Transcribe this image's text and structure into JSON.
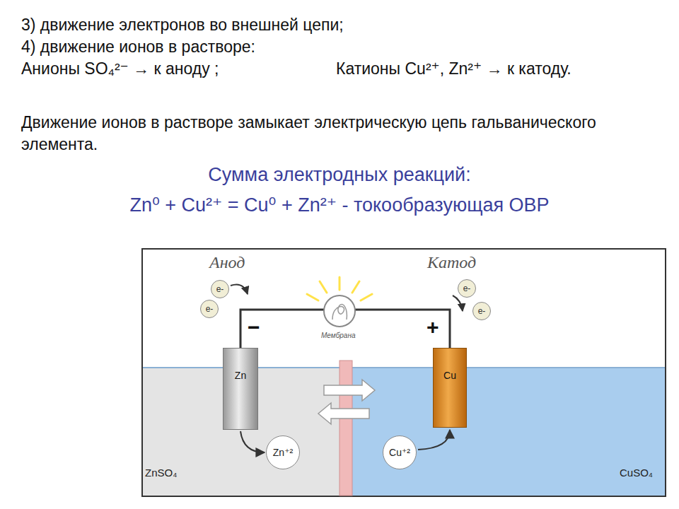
{
  "diagram": {
    "nodes": [
      {
        "text": [
          "e-"
        ]
      },
      {
        "text": [
          "e-"
        ]
      },
      {
        "text": [
          "e-"
        ]
      },
      {
        "text": [
          "e-"
        ]
      },
      {
        "text": [
          "Zn"
        ]
      },
      {
        "text": [
          "Cu"
        ]
      },
      {
        "text": [
          "Zn⁺²"
        ]
      },
      {
        "text": [
          "Cu⁺²"
        ]
      }
    ],
    "edges": [
      {
        "from": 4,
        "to": 5,
        "arrow": "none"
      },
      {
        "from": 4,
        "to": 6,
        "arrow": "to"
      },
      {
        "from": 7,
        "to": 5,
        "arrow": "to"
      }
    ],
    "labels": [
      "3) движение электронов во внешней цепи;",
      "4) движение ионов в растворе:",
      "Анионы SO₄²⁻ → к аноду ;",
      "Катионы Cu²⁺, Zn²⁺ → к катоду.",
      "Движение ионов в растворе замыкает электрическую цепь гальванического элемента.",
      "Сумма электродных реакций:",
      "Zn⁰ + Cu²⁺ = Cu⁰ + Zn²⁺ - токообразующая ОВР",
      "Анод",
      "Катод",
      "−",
      "+",
      "Мембрана",
      "ZnSO₄",
      "CuSO₄"
    ]
  }
}
